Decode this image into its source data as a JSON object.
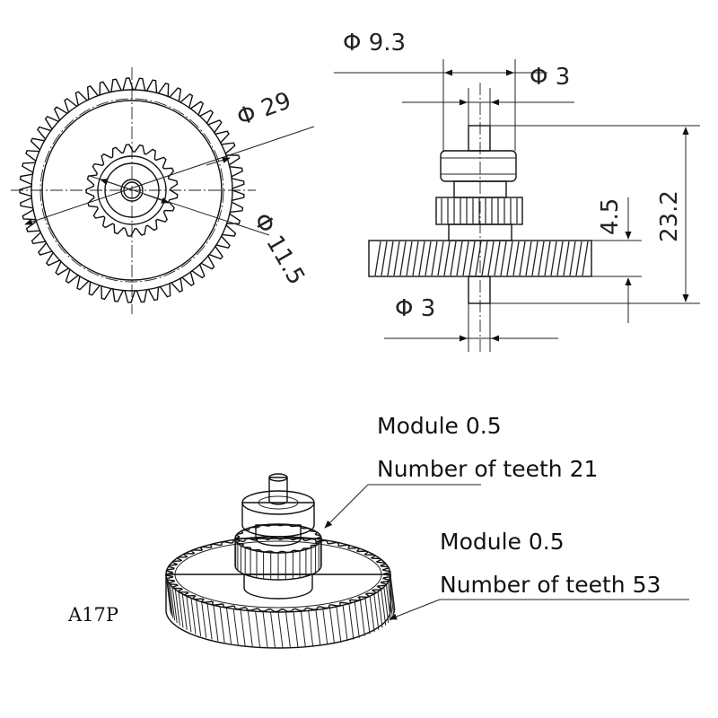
{
  "dimensions": {
    "outer_diameter": "Φ 29",
    "pinion_diameter": "Φ 11.5",
    "hub_diameter": "Φ 9.3",
    "top_shaft_diameter": "Φ 3",
    "bottom_shaft_diameter": "Φ 3",
    "total_height": "23.2",
    "gear_height": "4.5"
  },
  "specs": {
    "pinion": {
      "module_label": "Module 0.5",
      "teeth_label": "Number of teeth 21",
      "teeth": 21
    },
    "main_gear": {
      "module_label": "Module 0.5",
      "teeth_label": "Number of teeth 53",
      "teeth": 53
    }
  },
  "model_code": "A17P",
  "colors": {
    "line": "#111111",
    "gear_fill": "#f4f4f4",
    "background": "#ffffff"
  }
}
